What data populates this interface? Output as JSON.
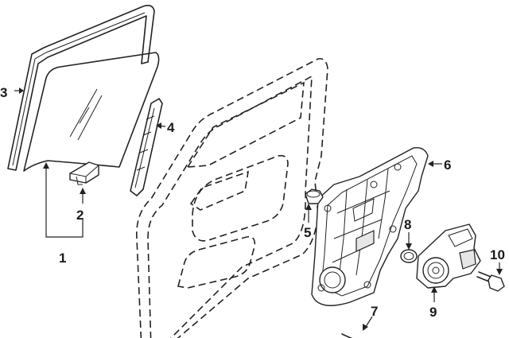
{
  "diagram": {
    "callouts": [
      {
        "id": "1",
        "label": "1"
      },
      {
        "id": "2",
        "label": "2"
      },
      {
        "id": "3",
        "label": "3"
      },
      {
        "id": "4",
        "label": "4"
      },
      {
        "id": "5",
        "label": "5"
      },
      {
        "id": "6",
        "label": "6"
      },
      {
        "id": "7",
        "label": "7"
      },
      {
        "id": "8",
        "label": "8"
      },
      {
        "id": "9",
        "label": "9"
      },
      {
        "id": "10",
        "label": "10"
      }
    ],
    "colors": {
      "line": "#222222",
      "background": "#ffffff"
    }
  }
}
